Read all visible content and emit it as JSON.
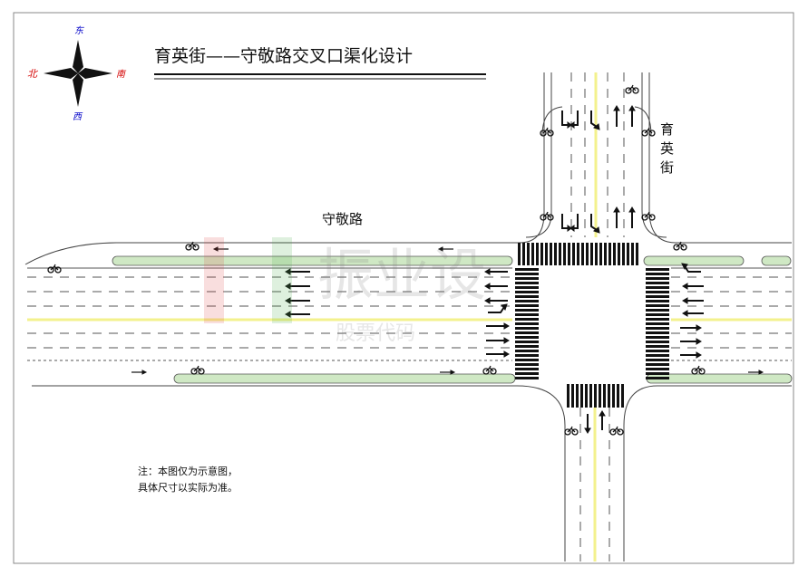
{
  "title": "育英街——守敬路交叉口渠化设计",
  "compass": {
    "north": "北",
    "east": "东",
    "south": "南",
    "west": "西"
  },
  "street_ns": "育英街",
  "street_ew": "守敬路",
  "note_line1": "注：本图仅为示意图，",
  "note_line2": "具体尺寸以实际为准。",
  "watermark": {
    "line1": "振业设",
    "line2": "股票代码"
  },
  "colors": {
    "median": "#cfe8c4",
    "center_line": "#f3f18d",
    "lane_line": "#555555",
    "road_edge": "#444444",
    "compass_label_red": "#d40000",
    "compass_label_blue": "#0000c8"
  }
}
